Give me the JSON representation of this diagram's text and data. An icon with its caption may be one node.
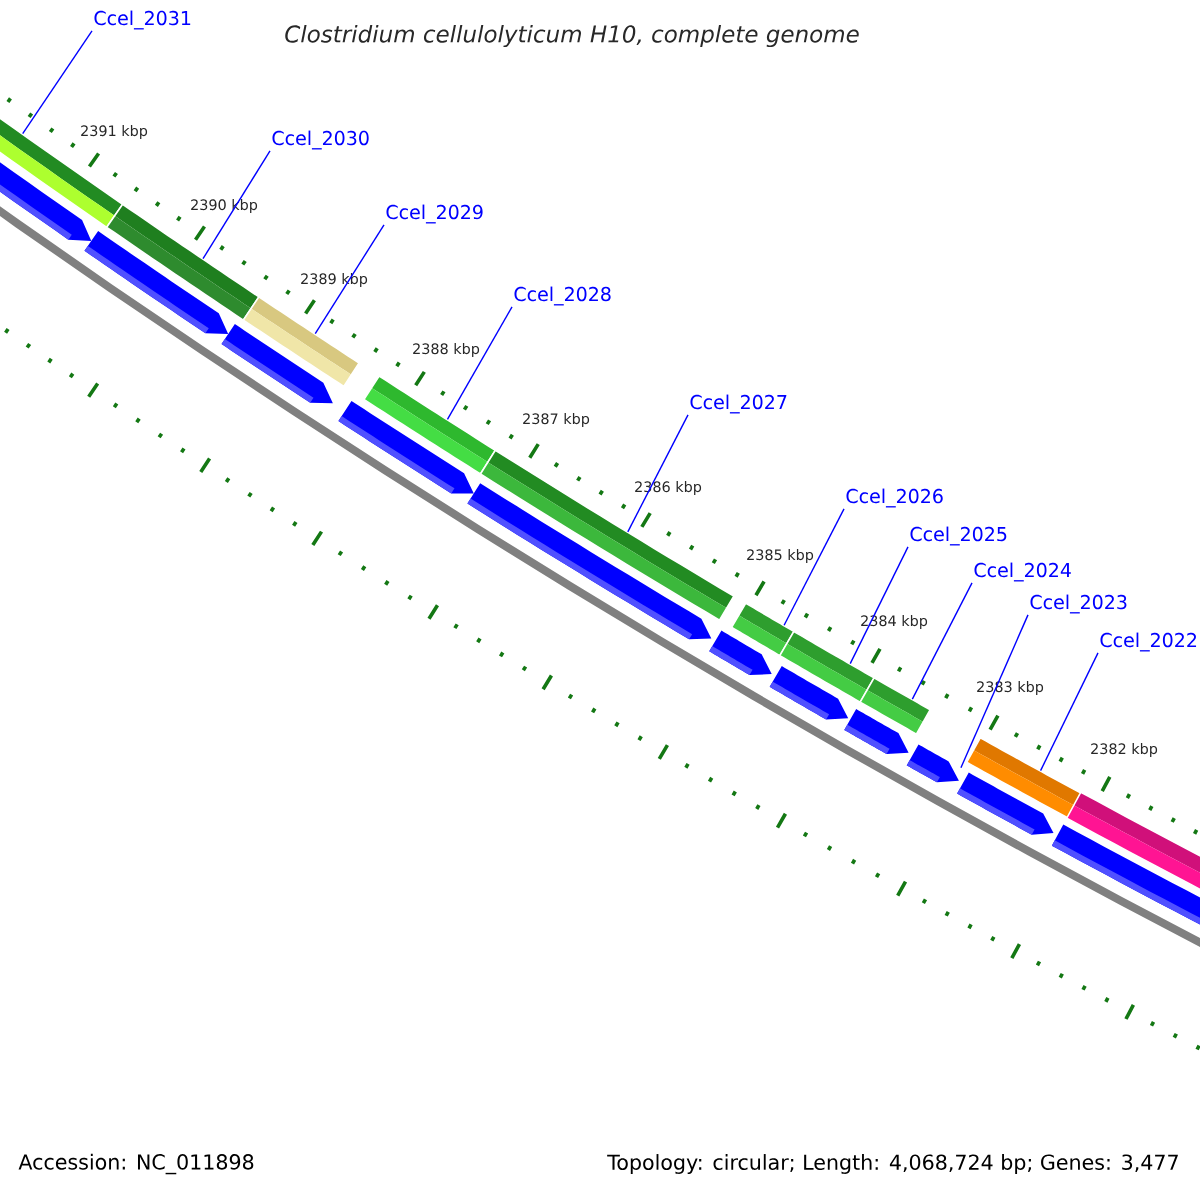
{
  "diagram": {
    "title": "Clostridium cellulolyticum H10, complete genome",
    "nodes": [
      {
        "text": [
          "Ccel_2031"
        ]
      },
      {
        "text": [
          "Ccel_2030"
        ]
      },
      {
        "text": [
          "Ccel_2029"
        ]
      },
      {
        "text": [
          "Ccel_2028"
        ]
      },
      {
        "text": [
          "Ccel_2027"
        ]
      },
      {
        "text": [
          "Ccel_2026"
        ]
      },
      {
        "text": [
          "Ccel_2025"
        ]
      },
      {
        "text": [
          "Ccel_2024"
        ]
      },
      {
        "text": [
          "Ccel_2023"
        ]
      },
      {
        "text": [
          "Ccel_2022"
        ]
      },
      {
        "text": [],
        "shape": "bar"
      },
      {
        "text": [],
        "shape": "bar"
      },
      {
        "text": [],
        "shape": "bar"
      },
      {
        "text": [],
        "shape": "bar"
      },
      {
        "text": [],
        "shape": "bar"
      },
      {
        "text": [],
        "shape": "bar"
      },
      {
        "text": [],
        "shape": "bar"
      },
      {
        "text": [],
        "shape": "bar"
      },
      {
        "text": [],
        "shape": "arrow"
      },
      {
        "text": [],
        "shape": "bar"
      }
    ],
    "edges": [
      {
        "from": 0,
        "to": 10,
        "arrow": "none"
      },
      {
        "from": 1,
        "to": 11,
        "arrow": "none"
      },
      {
        "from": 2,
        "to": 12,
        "arrow": "none"
      },
      {
        "from": 3,
        "to": 13,
        "arrow": "none"
      },
      {
        "from": 4,
        "to": 14,
        "arrow": "none"
      },
      {
        "from": 5,
        "to": 15,
        "arrow": "none"
      },
      {
        "from": 6,
        "to": 16,
        "arrow": "none"
      },
      {
        "from": 7,
        "to": 17,
        "arrow": "none"
      },
      {
        "from": 8,
        "to": 18,
        "arrow": "none"
      },
      {
        "from": 9,
        "to": 19,
        "arrow": "none"
      }
    ],
    "labels": [
      "2391 kbp",
      "2390 kbp",
      "2389 kbp",
      "2388 kbp",
      "2387 kbp",
      "2386 kbp",
      "2385 kbp",
      "2384 kbp",
      "2383 kbp",
      "2382 kbp",
      "Accession: NC_011898",
      "Topology: circular; Length: 4,068,724 bp; Genes: 3,477"
    ]
  }
}
